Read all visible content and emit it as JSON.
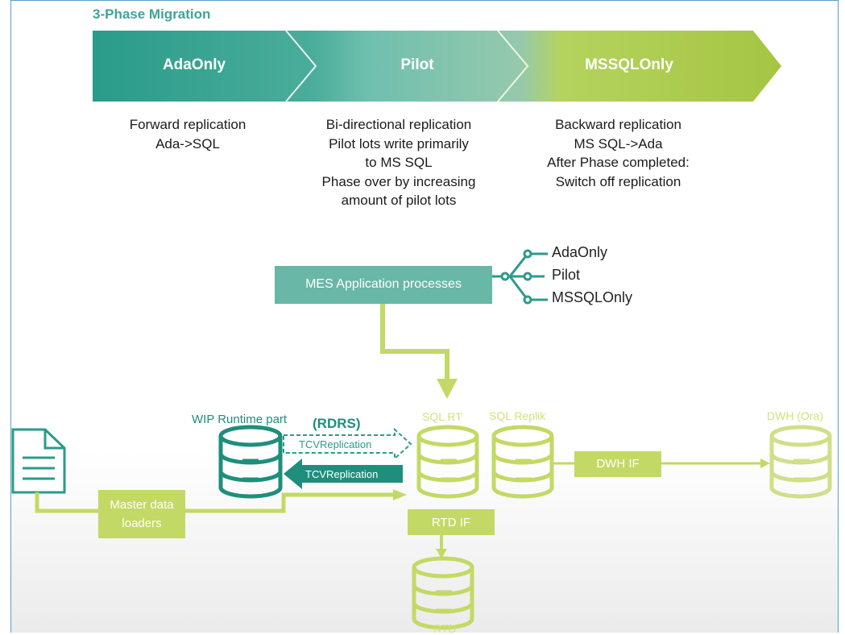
{
  "title": "3-Phase Migration",
  "phases": [
    {
      "label": "AdaOnly",
      "description": "Forward replication\nAda->SQL"
    },
    {
      "label": "Pilot",
      "description": "Bi-directional replication\nPilot lots write primarily\nto MS SQL\nPhase over by increasing\namount of pilot lots"
    },
    {
      "label": "MSSQLOnly",
      "description": "Backward replication\nMS SQL->Ada\nAfter Phase completed:\nSwitch off replication"
    }
  ],
  "diagram": {
    "mes_box": "MES Application processes",
    "branches": [
      "AdaOnly",
      "Pilot",
      "MSSQLOnly"
    ],
    "wip_runtime": "WIP Runtime part",
    "rdrs": "(RDRS)",
    "tcv_dashed": "TCVReplication",
    "tcv_solid": "TCVReplication",
    "sql_rt": "SQL RT",
    "sql_replik": "SQL Replik",
    "dwh_ora": "DWH (Ora)",
    "dwh_if": "DWH IF",
    "rtd_if": "RTD IF",
    "rtd": "RTD",
    "master_loaders_1": "Master data",
    "master_loaders_2": "loaders"
  },
  "colors": {
    "teal_dark": "#2a9b8a",
    "teal_light": "#7dc3b3",
    "green_light": "#a9c84a",
    "lime": "#c6d96a",
    "mes_box": "#69b7a6",
    "wip_db": "#1f8e7d"
  },
  "icons": [
    "document-icon",
    "database-icon",
    "arrow-icon"
  ]
}
